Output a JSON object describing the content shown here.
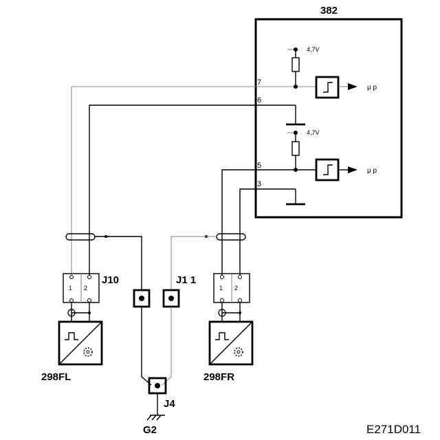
{
  "ecu": {
    "label": "382",
    "pins": {
      "p7": "7",
      "p6": "6",
      "p5": "5",
      "p3": "3"
    },
    "pullup_voltage": "4,7V",
    "output_label": "μ p"
  },
  "connectors": {
    "j10": "J10",
    "j11": "J1 1",
    "j4": "J4",
    "pin1": "1",
    "pin2": "2"
  },
  "sensors": {
    "front_left": "298FL",
    "front_right": "298FR"
  },
  "ground": "G2",
  "drawing_code": "E271D011"
}
